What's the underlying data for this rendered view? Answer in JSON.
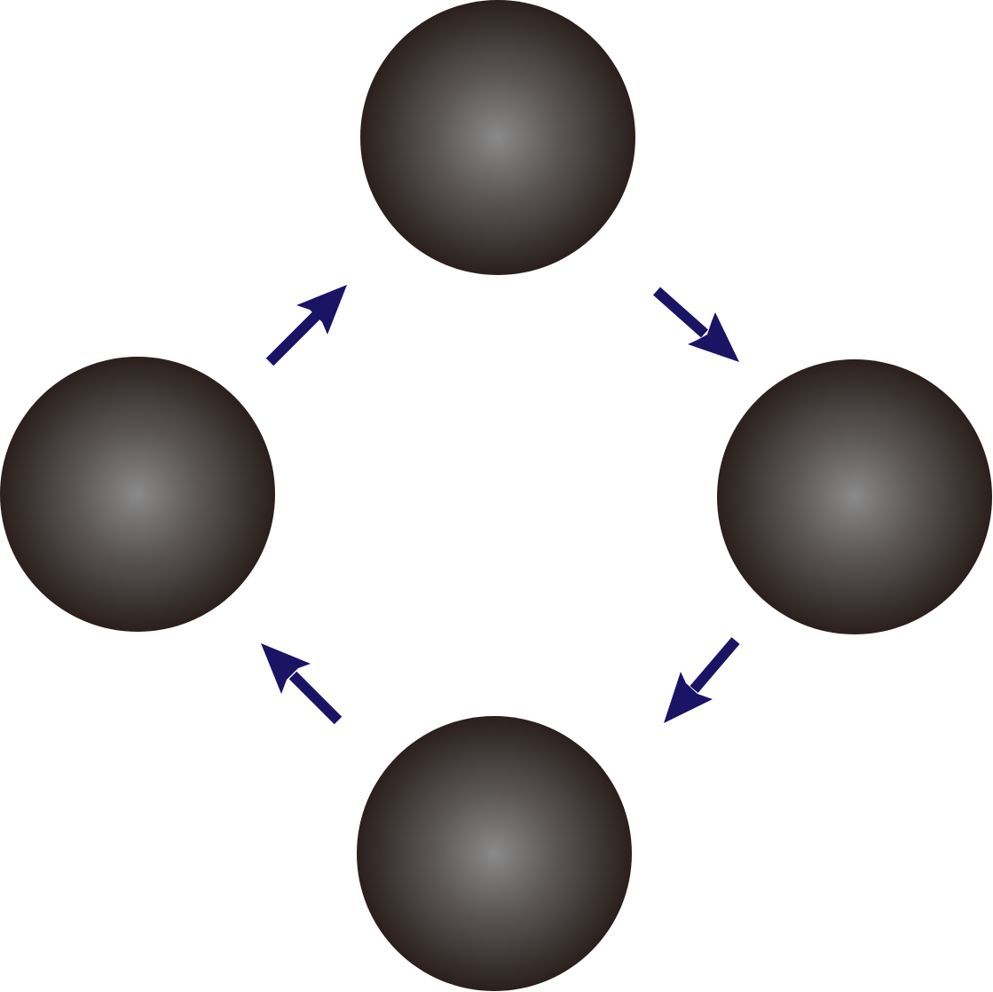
{
  "diagram": {
    "kind": "cycle",
    "node_count": 4,
    "nodes": [
      {
        "id": "top",
        "shape": "sphere"
      },
      {
        "id": "right",
        "shape": "sphere"
      },
      {
        "id": "bottom",
        "shape": "sphere"
      },
      {
        "id": "left",
        "shape": "sphere"
      }
    ],
    "edges": [
      {
        "from": "top",
        "to": "right"
      },
      {
        "from": "right",
        "to": "bottom"
      },
      {
        "from": "bottom",
        "to": "left"
      },
      {
        "from": "left",
        "to": "top"
      }
    ],
    "direction": "clockwise",
    "colors": {
      "background": "#ffffff",
      "sphere_highlight": "#8a8a8a",
      "sphere_mid": "#5a5654",
      "sphere_edge": "#2a1f1d",
      "arrow": "#1b1464"
    }
  }
}
